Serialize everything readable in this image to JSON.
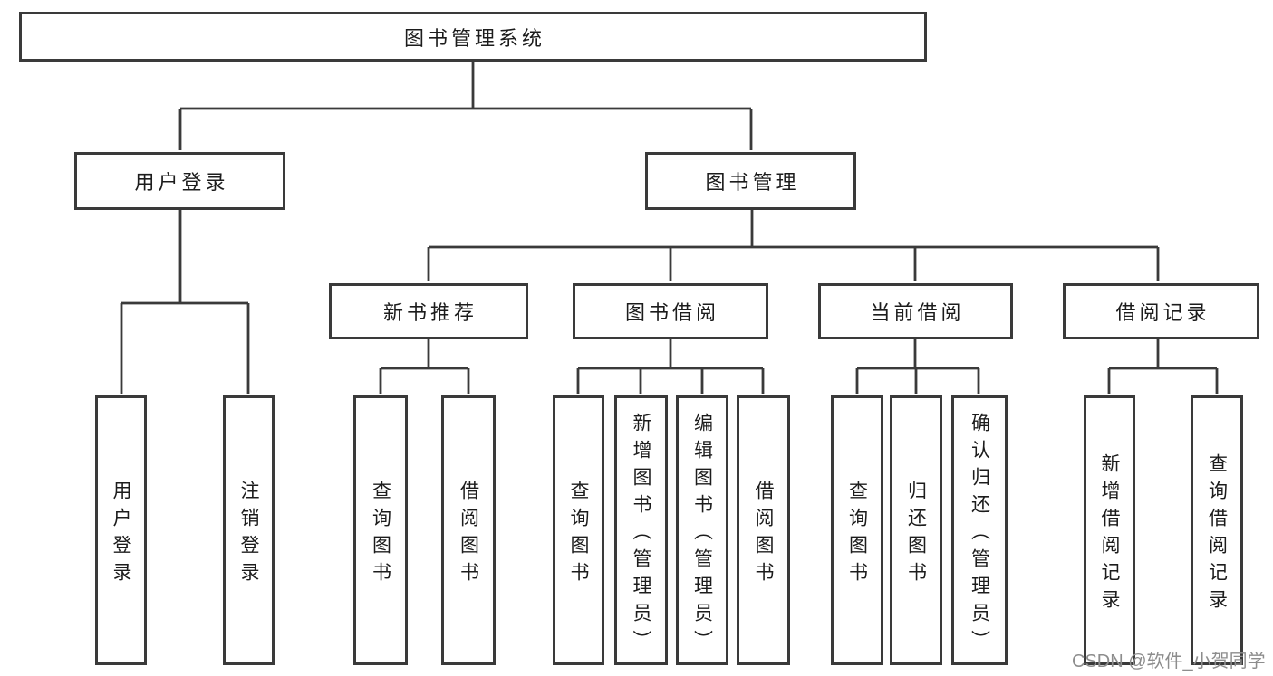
{
  "diagram_title": "图书管理系统",
  "tree": {
    "label": "图书管理系统",
    "children": [
      {
        "label": "用户登录",
        "children": [
          {
            "label": "用户登录"
          },
          {
            "label": "注销登录"
          }
        ]
      },
      {
        "label": "图书管理",
        "children": [
          {
            "label": "新书推荐",
            "children": [
              {
                "label": "查询图书"
              },
              {
                "label": "借阅图书"
              }
            ]
          },
          {
            "label": "图书借阅",
            "children": [
              {
                "label": "查询图书"
              },
              {
                "label": "新增图书（管理员）"
              },
              {
                "label": "编辑图书（管理员）"
              },
              {
                "label": "借阅图书"
              }
            ]
          },
          {
            "label": "当前借阅",
            "children": [
              {
                "label": "查询图书"
              },
              {
                "label": "归还图书"
              },
              {
                "label": "确认归还（管理员）"
              }
            ]
          },
          {
            "label": "借阅记录",
            "children": [
              {
                "label": "新增借阅记录"
              },
              {
                "label": "查询借阅记录"
              }
            ]
          }
        ]
      }
    ]
  },
  "watermark": "CSDN @软件_小贺同学",
  "colors": {
    "line": "#3a3a3a",
    "text": "#1c1c1c",
    "watermark": "#8d8d8d",
    "background": "#ffffff"
  }
}
